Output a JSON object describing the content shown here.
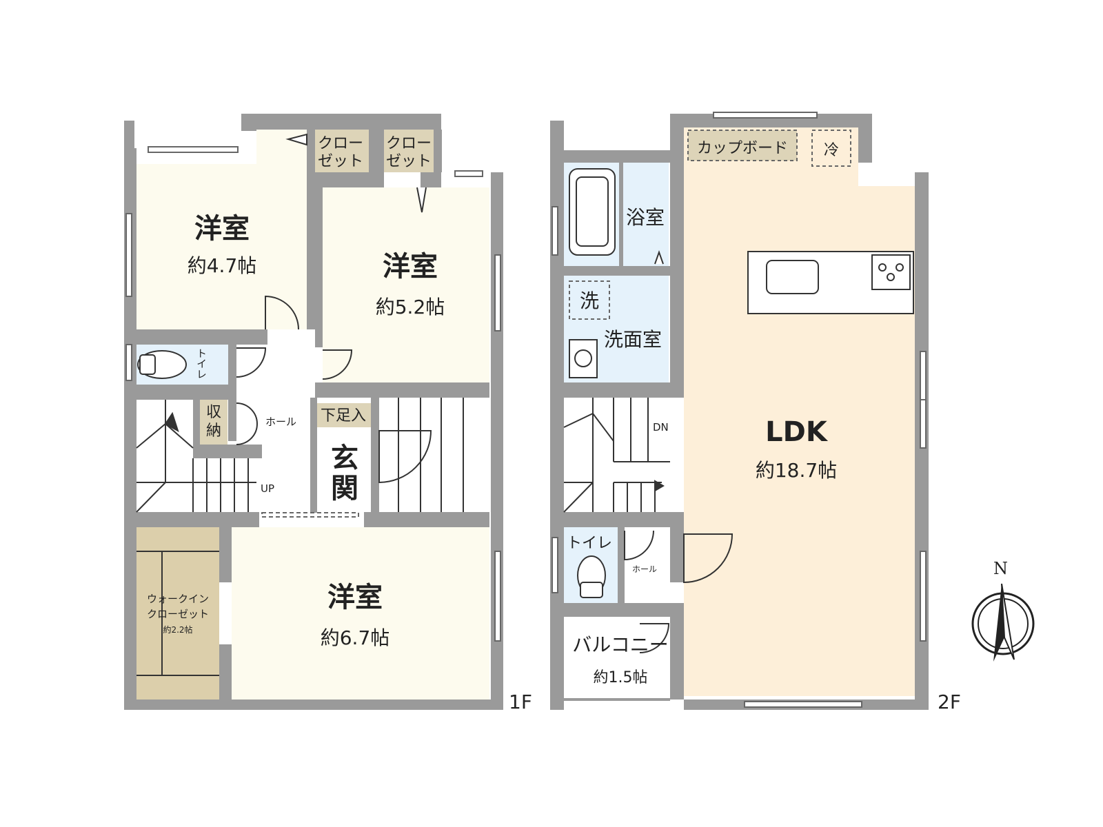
{
  "floor1": {
    "floor_label": "1F",
    "western_room_a": {
      "name": "洋室",
      "area": "約4.7帖"
    },
    "western_room_b": {
      "name": "洋室",
      "area": "約5.2帖"
    },
    "western_room_c": {
      "name": "洋室",
      "area": "約6.7帖"
    },
    "closet_a": [
      "クロー",
      "ゼット"
    ],
    "closet_b": [
      "クロー",
      "ゼット"
    ],
    "toilet": "トイレ",
    "storage": [
      "収",
      "納"
    ],
    "hall": "ホール",
    "shoe_storage": "下足入",
    "entrance": [
      "玄",
      "関"
    ],
    "stairs_direction": "UP",
    "walk_in_closet": {
      "line1": "ウォークイン",
      "line2": "クローゼット",
      "area": "約2.2帖"
    }
  },
  "floor2": {
    "floor_label": "2F",
    "cupboard": "カップボード",
    "fridge": "冷",
    "bath": "浴室",
    "washer": "洗",
    "washroom": "洗面室",
    "ldk": {
      "name": "LDK",
      "area": "約18.7帖"
    },
    "stairs_direction": "DN",
    "toilet": "トイレ",
    "hall": "ホール",
    "balcony": {
      "name": "バルコニー",
      "area": "約1.5帖"
    }
  },
  "compass": {
    "label": "N"
  },
  "colors": {
    "wall": "#9a9a9a",
    "bedroom_floor": "#fdfbee",
    "wet_area": "#e5f2fb",
    "ldk_floor": "#fdefd9",
    "closet": "#ddd4b8",
    "walk_in": "#dccfab"
  }
}
